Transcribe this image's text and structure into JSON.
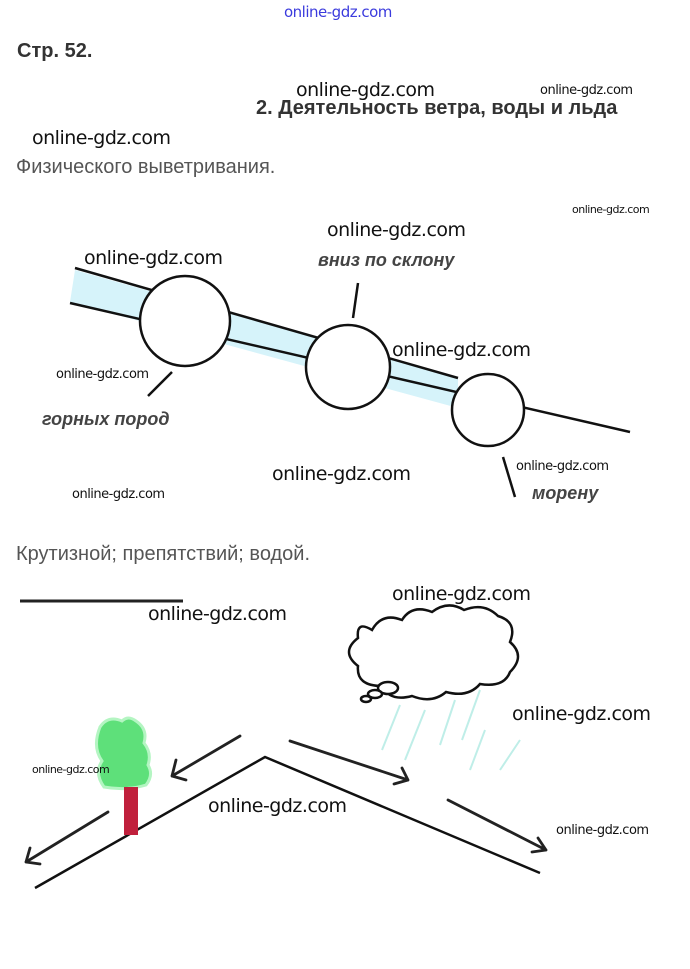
{
  "header": {
    "top_watermark": "online-gdz.com",
    "page_label": "Стр. 52.",
    "section_title": "2. Деятельность ветра, воды и льда"
  },
  "answers": {
    "answer_1": "Физического выветривания.",
    "answer_2": "Крутизной; препятствий; водой."
  },
  "diagram_1": {
    "labels": {
      "downhill": "вниз по склону",
      "rocks": "горных пород",
      "moraine": "морену"
    },
    "colors": {
      "band": "#d6f3fa",
      "stroke": "#111111"
    }
  },
  "diagram_2": {
    "colors": {
      "tree_crown": "#5ee07a",
      "tree_trunk": "#c0203c",
      "rain": "#bfeee8"
    }
  },
  "watermarks": [
    "online-gdz.com",
    "online-gdz.com",
    "online-gdz.com",
    "online-gdz.com",
    "online-gdz.com",
    "online-gdz.com",
    "online-gdz.com",
    "online-gdz.com",
    "online-gdz.com",
    "online-gdz.com",
    "online-gdz.com",
    "online-gdz.com",
    "online-gdz.com",
    "online-gdz.com",
    "online-gdz.com",
    "online-gdz.com"
  ]
}
